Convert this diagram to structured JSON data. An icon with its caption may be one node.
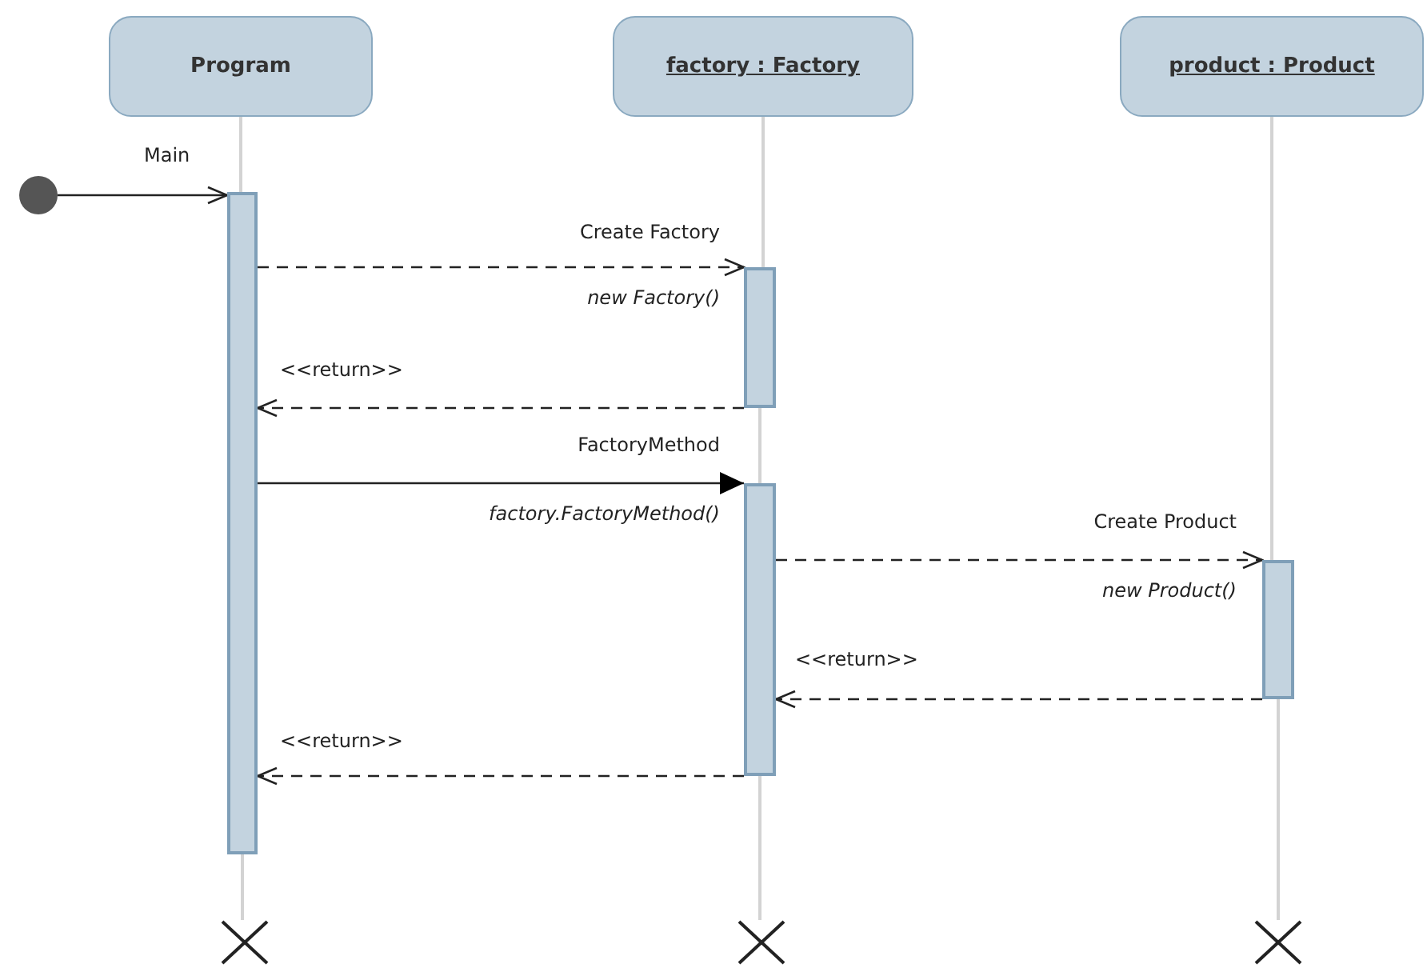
{
  "diagram": {
    "nodes": [
      {
        "text": [
          "Program"
        ]
      },
      {
        "text": [
          "factory : Factory"
        ]
      },
      {
        "text": [
          "product : Product"
        ]
      },
      {
        "text": [],
        "shape": "circle"
      },
      {
        "text": [],
        "shape": "bar"
      },
      {
        "text": [],
        "shape": "bar"
      },
      {
        "text": [],
        "shape": "bar"
      },
      {
        "text": [],
        "shape": "bar"
      },
      {
        "text": [],
        "shape": "cross"
      },
      {
        "text": [],
        "shape": "cross"
      },
      {
        "text": [],
        "shape": "cross"
      }
    ],
    "edges": [
      {
        "from": 3,
        "to": 4,
        "arrow": "to",
        "label": "Main"
      },
      {
        "from": 4,
        "to": 5,
        "arrow": "to",
        "label": "Create Factory",
        "style": "dashed"
      },
      {
        "from": 5,
        "to": 4,
        "arrow": "to",
        "label": "<<return>>",
        "style": "dashed"
      },
      {
        "from": 4,
        "to": 6,
        "arrow": "to",
        "label": "FactoryMethod"
      },
      {
        "from": 6,
        "to": 7,
        "arrow": "to",
        "label": "Create Product",
        "style": "dashed"
      },
      {
        "from": 7,
        "to": 6,
        "arrow": "to",
        "label": "<<return>>",
        "style": "dashed"
      },
      {
        "from": 6,
        "to": 4,
        "arrow": "to",
        "label": "<<return>>",
        "style": "dashed"
      },
      {
        "from": 0,
        "to": 4,
        "arrow": "none",
        "color": "#d3d3d3"
      },
      {
        "from": 4,
        "to": 8,
        "arrow": "none",
        "color": "#d3d3d3"
      },
      {
        "from": 1,
        "to": 5,
        "arrow": "none",
        "color": "#d3d3d3"
      },
      {
        "from": 5,
        "to": 6,
        "arrow": "none",
        "color": "#d3d3d3"
      },
      {
        "from": 6,
        "to": 9,
        "arrow": "none",
        "color": "#d3d3d3"
      },
      {
        "from": 2,
        "to": 7,
        "arrow": "none",
        "color": "#d3d3d3"
      },
      {
        "from": 7,
        "to": 10,
        "arrow": "none",
        "color": "#d3d3d3"
      }
    ],
    "labels": [
      "new Factory()",
      "factory.FactoryMethod()",
      "new Product()"
    ]
  }
}
